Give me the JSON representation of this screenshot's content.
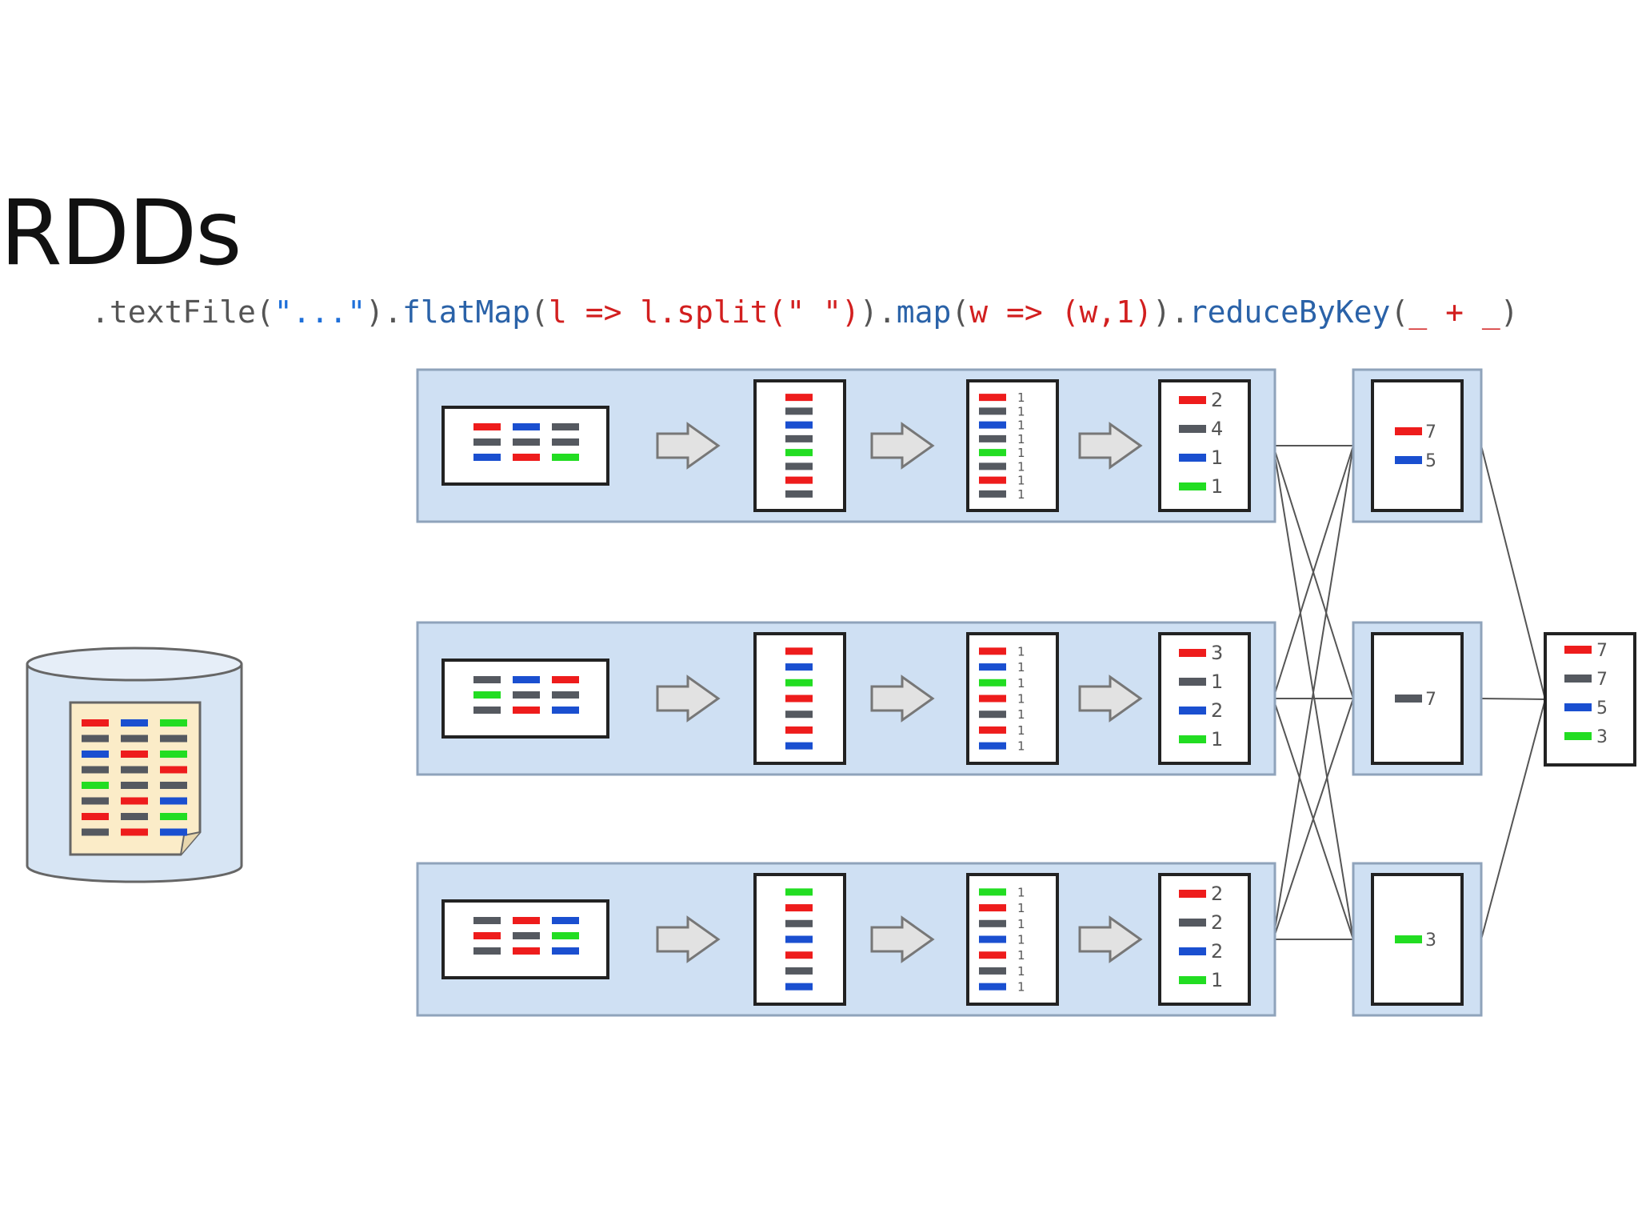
{
  "title": "RDDs",
  "code": [
    {
      "text": ".textFile(",
      "color": "#555555"
    },
    {
      "text": "\"...\"",
      "color": "#1e6fd9"
    },
    {
      "text": ").",
      "color": "#555555"
    },
    {
      "text": "flatMap",
      "color": "#2a62a8"
    },
    {
      "text": "(",
      "color": "#555555"
    },
    {
      "text": "l => l.split(\" \")",
      "color": "#d21f1f"
    },
    {
      "text": ").",
      "color": "#555555"
    },
    {
      "text": "map",
      "color": "#2a62a8"
    },
    {
      "text": "(",
      "color": "#555555"
    },
    {
      "text": "w => (w,1)",
      "color": "#d21f1f"
    },
    {
      "text": ").",
      "color": "#555555"
    },
    {
      "text": "reduceByKey",
      "color": "#2a62a8"
    },
    {
      "text": "(",
      "color": "#555555"
    },
    {
      "text": "_ + _",
      "color": "#d21f1f"
    },
    {
      "text": ")",
      "color": "#555555"
    }
  ],
  "colors": {
    "red": "#ee1c1c",
    "gray": "#555960",
    "blue": "#1a4fd0",
    "green": "#22dd22",
    "partition_bg": "#cfe0f3",
    "partition_border": "#8fa3bb",
    "doc_bg": "#fbecc8",
    "cylinder_bg": "#d7e5f4",
    "edge": "#555555",
    "arrow_fill": "#e2e2e2",
    "arrow_stroke": "#777777"
  },
  "partitions": [
    {
      "lines": [
        [
          "red",
          "blue",
          "gray"
        ],
        [
          "gray",
          "gray",
          "gray"
        ],
        [
          "blue",
          "red",
          "green"
        ]
      ],
      "words": [
        "red",
        "gray",
        "blue",
        "gray",
        "green",
        "gray",
        "red",
        "gray"
      ],
      "pairs": [
        {
          "color": "red",
          "count": "1"
        },
        {
          "color": "gray",
          "count": "1"
        },
        {
          "color": "blue",
          "count": "1"
        },
        {
          "color": "gray",
          "count": "1"
        },
        {
          "color": "green",
          "count": "1"
        },
        {
          "color": "gray",
          "count": "1"
        },
        {
          "color": "red",
          "count": "1"
        },
        {
          "color": "gray",
          "count": "1"
        }
      ],
      "reduced": [
        {
          "color": "red",
          "count": "2"
        },
        {
          "color": "gray",
          "count": "4"
        },
        {
          "color": "blue",
          "count": "1"
        },
        {
          "color": "green",
          "count": "1"
        }
      ]
    },
    {
      "lines": [
        [
          "gray",
          "blue",
          "red"
        ],
        [
          "green",
          "gray",
          "gray"
        ],
        [
          "gray",
          "red",
          "blue"
        ]
      ],
      "words": [
        "red",
        "blue",
        "green",
        "red",
        "gray",
        "red",
        "blue"
      ],
      "pairs": [
        {
          "color": "red",
          "count": "1"
        },
        {
          "color": "blue",
          "count": "1"
        },
        {
          "color": "green",
          "count": "1"
        },
        {
          "color": "red",
          "count": "1"
        },
        {
          "color": "gray",
          "count": "1"
        },
        {
          "color": "red",
          "count": "1"
        },
        {
          "color": "blue",
          "count": "1"
        }
      ],
      "reduced": [
        {
          "color": "red",
          "count": "3"
        },
        {
          "color": "gray",
          "count": "1"
        },
        {
          "color": "blue",
          "count": "2"
        },
        {
          "color": "green",
          "count": "1"
        }
      ]
    },
    {
      "lines": [
        [
          "gray",
          "red",
          "blue"
        ],
        [
          "red",
          "gray",
          "green"
        ],
        [
          "gray",
          "red",
          "blue"
        ]
      ],
      "words": [
        "green",
        "red",
        "gray",
        "blue",
        "red",
        "gray",
        "blue"
      ],
      "pairs": [
        {
          "color": "green",
          "count": "1"
        },
        {
          "color": "red",
          "count": "1"
        },
        {
          "color": "gray",
          "count": "1"
        },
        {
          "color": "blue",
          "count": "1"
        },
        {
          "color": "red",
          "count": "1"
        },
        {
          "color": "gray",
          "count": "1"
        },
        {
          "color": "blue",
          "count": "1"
        }
      ],
      "reduced": [
        {
          "color": "red",
          "count": "2"
        },
        {
          "color": "gray",
          "count": "2"
        },
        {
          "color": "blue",
          "count": "2"
        },
        {
          "color": "green",
          "count": "1"
        }
      ]
    }
  ],
  "shuffle_partitions": [
    {
      "entries": [
        {
          "color": "red",
          "count": "7"
        },
        {
          "color": "blue",
          "count": "5"
        }
      ]
    },
    {
      "entries": [
        {
          "color": "gray",
          "count": "7"
        }
      ]
    },
    {
      "entries": [
        {
          "color": "green",
          "count": "3"
        }
      ]
    }
  ],
  "final_result": [
    {
      "color": "red",
      "count": "7"
    },
    {
      "color": "gray",
      "count": "7"
    },
    {
      "color": "blue",
      "count": "5"
    },
    {
      "color": "green",
      "count": "3"
    }
  ],
  "source_document": [
    [
      "red",
      "blue",
      "green"
    ],
    [
      "gray",
      "gray",
      "gray"
    ],
    [
      "blue",
      "red",
      "green"
    ],
    [
      "gray",
      "gray",
      "red"
    ],
    [
      "green",
      "gray",
      "gray"
    ],
    [
      "gray",
      "red",
      "blue"
    ],
    [
      "red",
      "gray",
      "green"
    ],
    [
      "gray",
      "red",
      "blue"
    ]
  ]
}
